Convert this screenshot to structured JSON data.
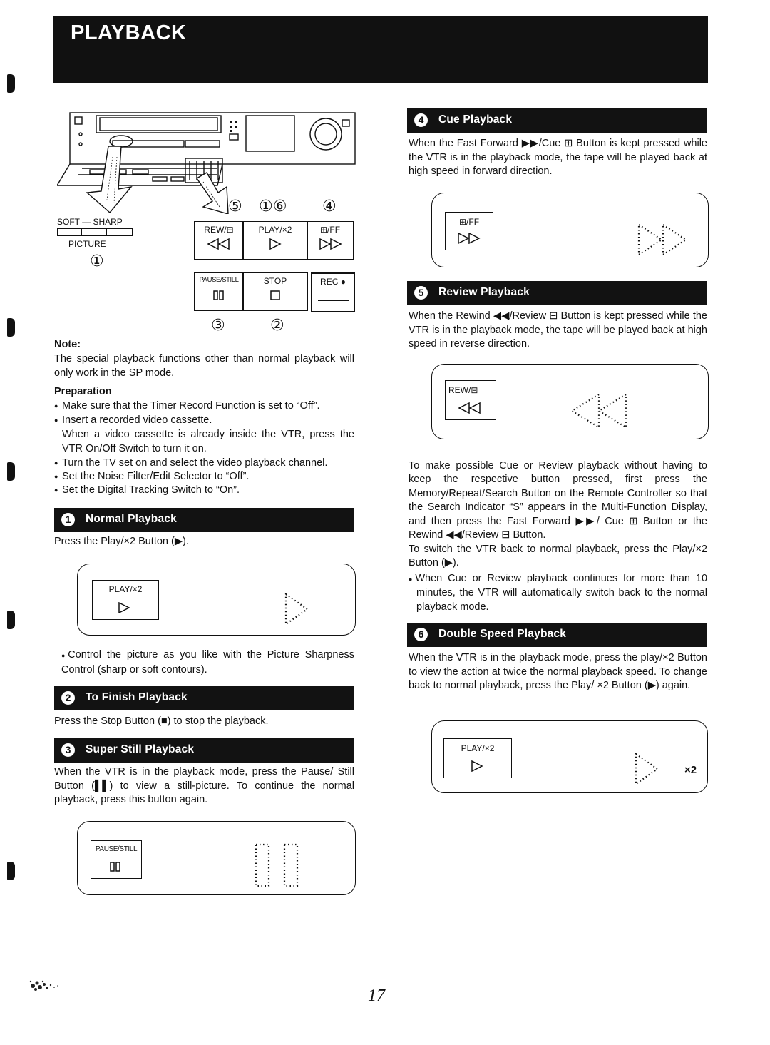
{
  "header": {
    "title": "PLAYBACK"
  },
  "diagram": {
    "soft_sharp_label": "SOFT — SHARP",
    "picture_label": "PICTURE",
    "picture_num": "①",
    "top_callouts": [
      "⑤",
      "①⑥",
      "④"
    ],
    "bottom_callouts": [
      "③",
      "②"
    ],
    "buttons_top": [
      "REW/⊟",
      "PLAY/×2",
      "⊞/FF"
    ],
    "buttons_bottom": [
      "PAUSE/STILL",
      "STOP",
      "REC ●"
    ]
  },
  "note": {
    "label": "Note:",
    "text": "The special playback functions other than normal playback will only work in the SP mode."
  },
  "preparation": {
    "title": "Preparation",
    "items": [
      "Make sure that the Timer Record Function is set to “Off”.",
      "Insert a recorded video cassette.",
      "When a video cassette is already inside the VTR, press the VTR On/Off Switch to turn it on.",
      "Turn the TV set on and select the video playback channel.",
      "Set the Noise Filter/Edit Selector to “Off”.",
      "Set the Digital Tracking Switch to “On”."
    ]
  },
  "sections": {
    "s1": {
      "num": "1",
      "title": "Normal Playback",
      "text": "Press the Play/×2 Button (▶).",
      "key": "PLAY/×2",
      "bullet": "Control the picture as you like with the Picture Sharpness Control (sharp or soft contours)."
    },
    "s2": {
      "num": "2",
      "title": "To Finish Playback",
      "text": "Press the Stop Button (■) to stop the playback."
    },
    "s3": {
      "num": "3",
      "title": "Super Still Playback",
      "text": "When the VTR is in the playback mode, press the Pause/ Still Button (▌▌) to view a still-picture. To continue the normal playback, press this button again.",
      "key": "PAUSE/STILL"
    },
    "s4": {
      "num": "4",
      "title": "Cue Playback",
      "text": "When the Fast Forward ▶▶/Cue ⊞ Button is kept pressed while the VTR is in the playback mode, the tape will be played back at high speed in forward direction.",
      "key": "⊞/FF"
    },
    "s5": {
      "num": "5",
      "title": "Review Playback",
      "text": "When the Rewind ◀◀/Review ⊟ Button is kept pressed while the VTR is in the playback mode, the tape will be played back at high speed in reverse direction.",
      "key": "REW/⊟",
      "extra": "To make possible Cue or Review playback without having to keep the respective button pressed, first press the Memory/Repeat/Search Button on the Remote Controller so that the Search Indicator “S” appears in the Multi-Function Display, and then press the Fast Forward ▶▶/ Cue ⊞ Button or the Rewind ◀◀/Review ⊟ Button.",
      "extra2": "To switch the VTR back to normal playback, press the Play/×2 Button (▶).",
      "bullet": "When Cue or Review playback continues for more than 10 minutes, the VTR will automatically switch back to the normal playback mode."
    },
    "s6": {
      "num": "6",
      "title": "Double Speed Playback",
      "text": "When the VTR is in the playback mode, press the play/×2 Button to view the action at twice the normal playback speed. To change back to normal playback, press the Play/ ×2 Button (▶) again.",
      "key": "PLAY/×2",
      "x2": "×2"
    }
  },
  "page_number": "17"
}
